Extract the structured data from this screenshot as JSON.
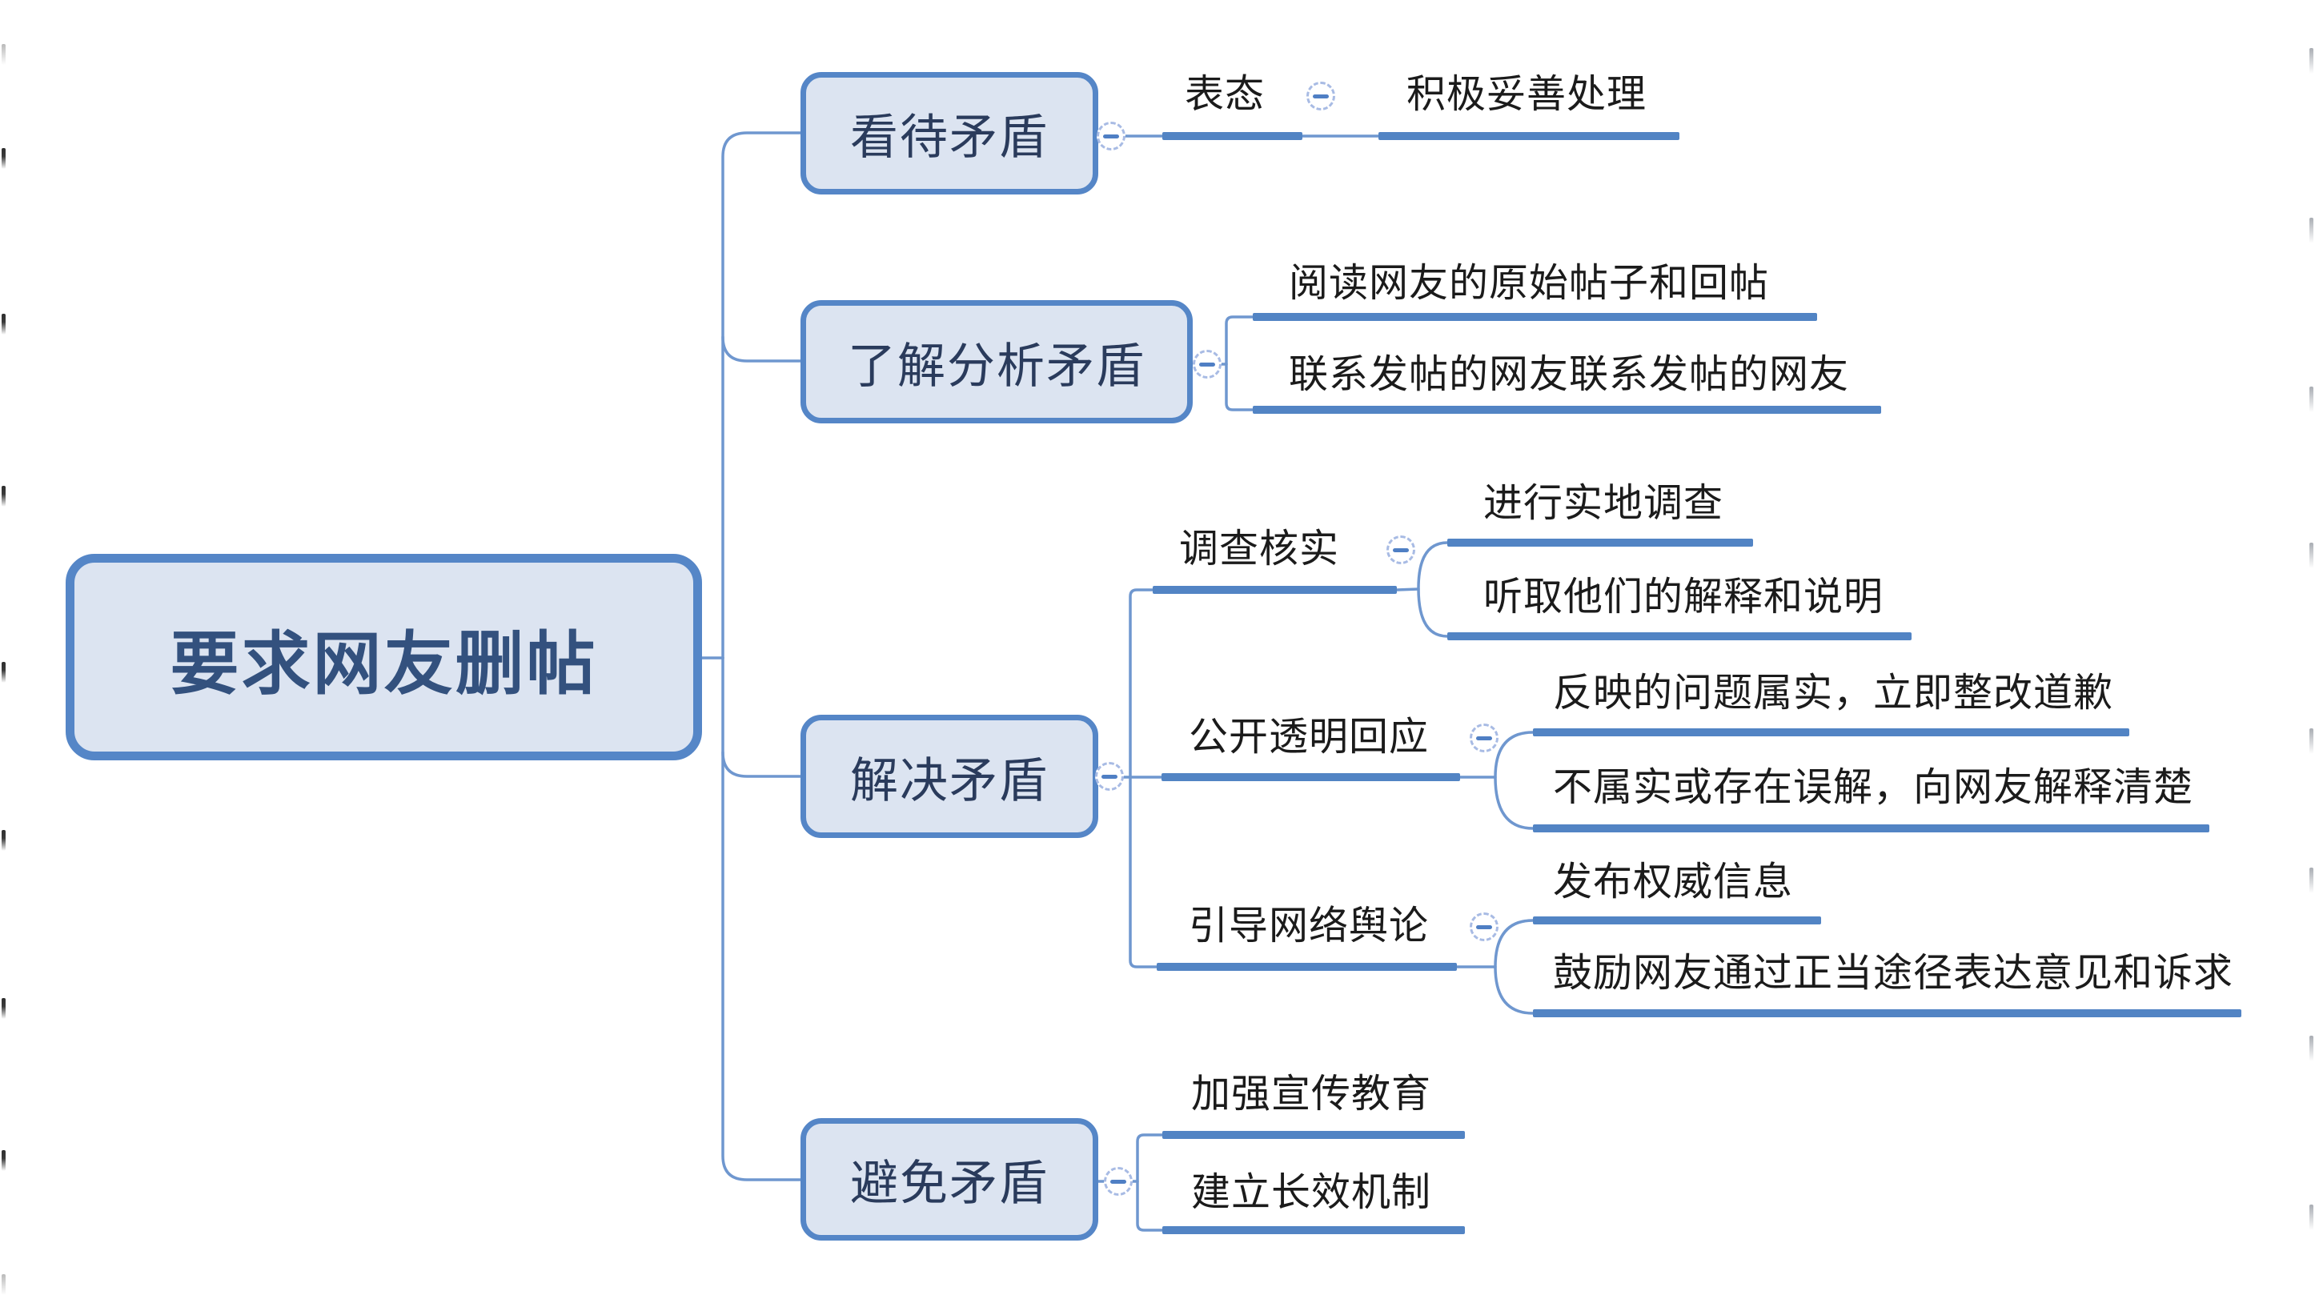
{
  "app": {
    "type": "mindmap",
    "background": "#ffffff"
  },
  "colors": {
    "branch_line_thick": "#5284c4",
    "connector_thin": "#6f97cf",
    "box_border": "#5586c7",
    "box_fill": "#dce4f1",
    "root_text": "#33517e",
    "box_text": "#2a3b5c",
    "leaf_text": "#1b1b1b",
    "collapse_ring": "#a8bbe4"
  },
  "collapse_button": {
    "symbol": "minus"
  },
  "root": {
    "label": "要求网友删帖"
  },
  "branches": [
    {
      "label": "看待矛盾",
      "children": [
        {
          "label": "表态",
          "children": [
            {
              "label": "积极妥善处理"
            }
          ]
        }
      ]
    },
    {
      "label": "了解分析矛盾",
      "children": [
        {
          "label": "阅读网友的原始帖子和回帖"
        },
        {
          "label": "联系发帖的网友联系发帖的网友"
        }
      ]
    },
    {
      "label": "解决矛盾",
      "children": [
        {
          "label": "调查核实",
          "children": [
            {
              "label": "进行实地调查"
            },
            {
              "label": "听取他们的解释和说明"
            }
          ]
        },
        {
          "label": "公开透明回应",
          "children": [
            {
              "label": "反映的问题属实，立即整改道歉"
            },
            {
              "label": "不属实或存在误解，向网友解释清楚"
            }
          ]
        },
        {
          "label": "引导网络舆论",
          "children": [
            {
              "label": "发布权威信息"
            },
            {
              "label": "鼓励网友通过正当途径表达意见和诉求"
            }
          ]
        }
      ]
    },
    {
      "label": "避免矛盾",
      "children": [
        {
          "label": "加强宣传教育"
        },
        {
          "label": "建立长效机制"
        }
      ]
    }
  ]
}
